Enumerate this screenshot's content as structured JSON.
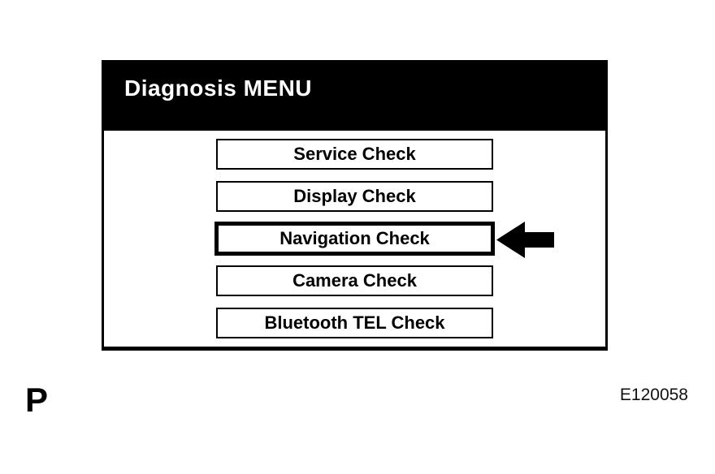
{
  "page": {
    "page_marker": "P",
    "figure_code": "E120058"
  },
  "screen": {
    "title": "Diagnosis MENU",
    "buttons": [
      {
        "label": "Service Check",
        "selected": false
      },
      {
        "label": "Display Check",
        "selected": false
      },
      {
        "label": "Navigation Check",
        "selected": true
      },
      {
        "label": "Camera Check",
        "selected": false
      },
      {
        "label": "Bluetooth TEL Check",
        "selected": false
      }
    ],
    "pointer_icon": "arrow-left-icon"
  },
  "colors": {
    "background": "#ffffff",
    "header_bg": "#000000",
    "header_text": "#ffffff",
    "button_border": "#000000",
    "button_text": "#000000",
    "arrow": "#000000"
  }
}
